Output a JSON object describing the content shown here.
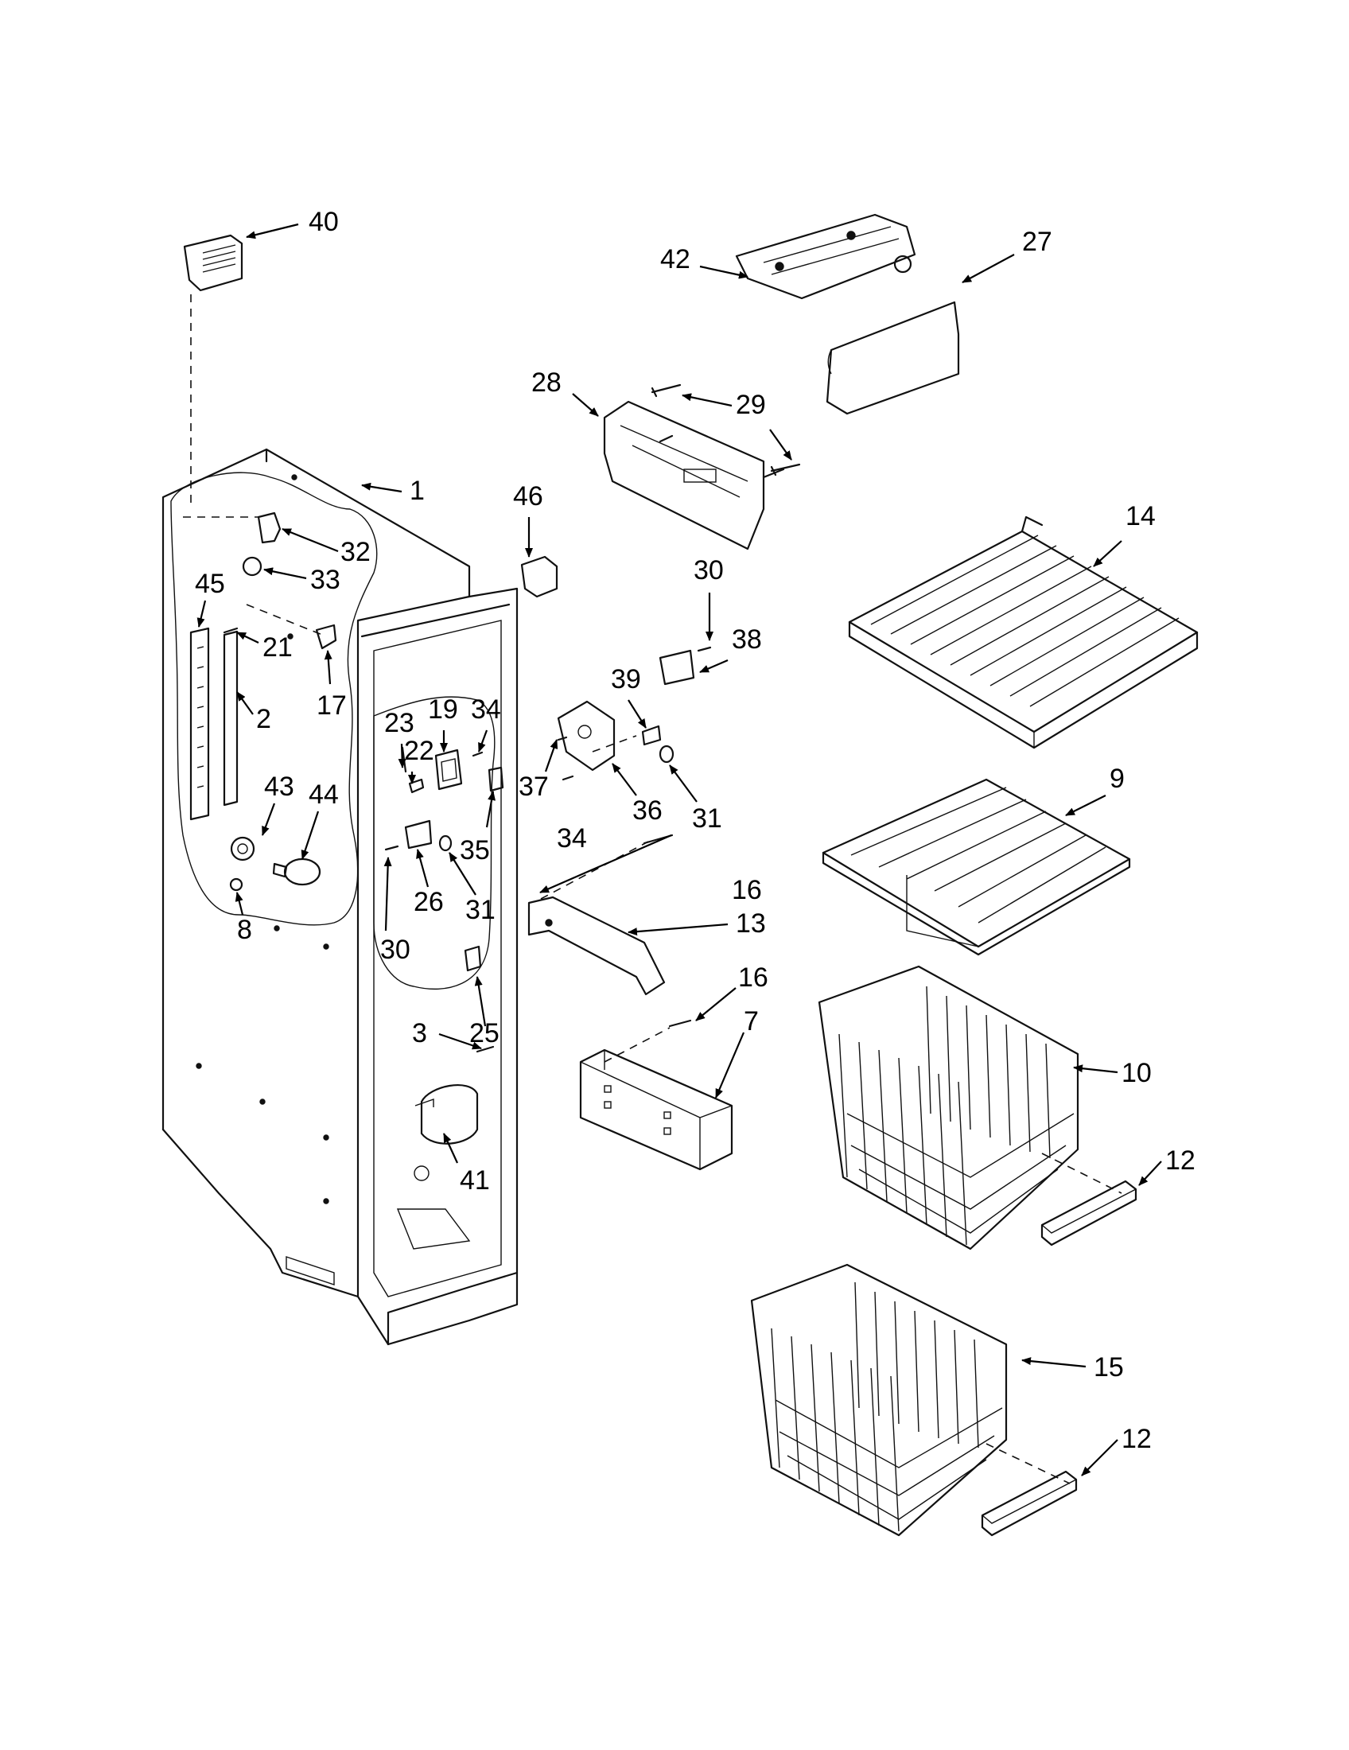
{
  "callouts": [
    "40",
    "42",
    "27",
    "28",
    "29",
    "1",
    "46",
    "32",
    "33",
    "45",
    "21",
    "30",
    "38",
    "14",
    "17",
    "2",
    "23",
    "19",
    "34",
    "39",
    "22",
    "43",
    "44",
    "37",
    "36",
    "31",
    "9",
    "35",
    "8",
    "26",
    "16",
    "13",
    "7",
    "25",
    "3",
    "10",
    "41",
    "12",
    "15"
  ],
  "colors": {
    "line": "#111111",
    "background": "#ffffff"
  }
}
